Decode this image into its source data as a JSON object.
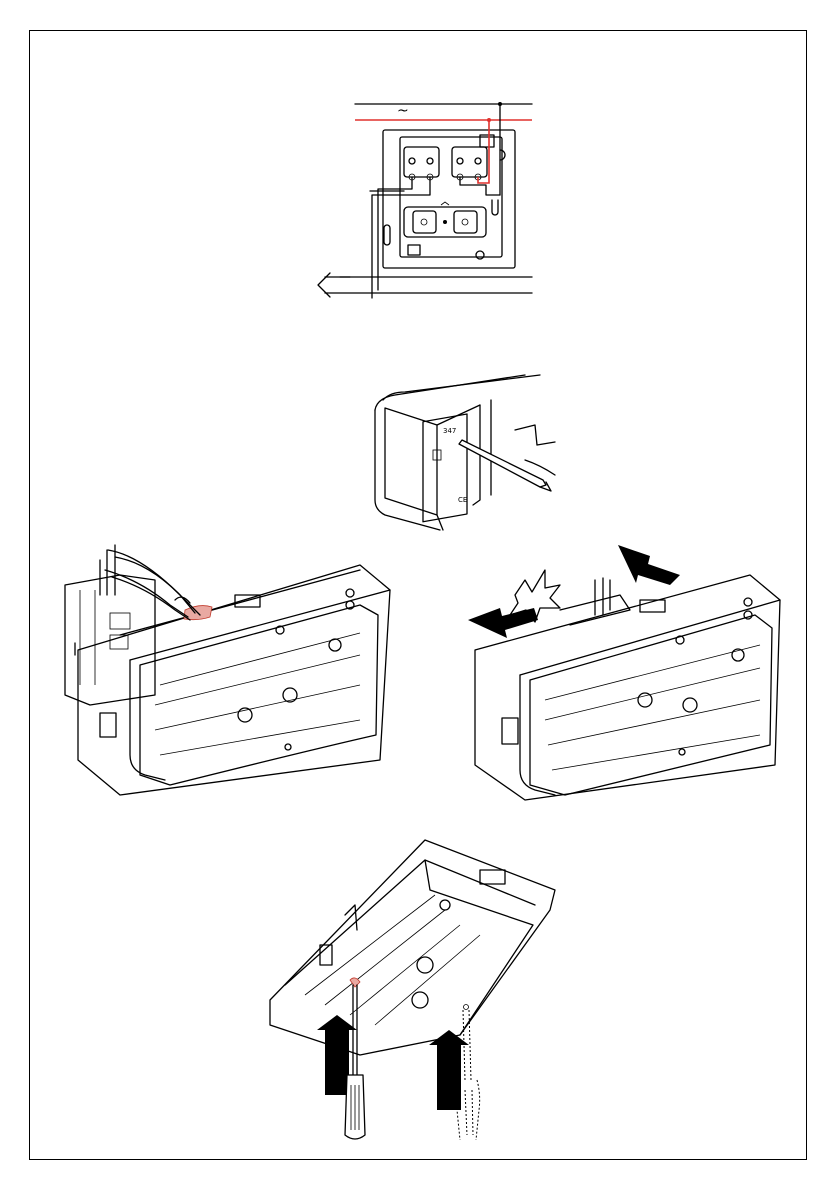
{
  "diagram": {
    "wiring_symbol": "~",
    "product_label": "CE",
    "label_code": "347"
  },
  "figures": [
    {
      "name": "wiring-diagram"
    },
    {
      "name": "marking-mounting-holes"
    },
    {
      "name": "cutting-knockout-with-pliers"
    },
    {
      "name": "clipping-onto-wall-plate"
    },
    {
      "name": "releasing-diffuser-with-screwdriver"
    }
  ],
  "colors": {
    "line": "#000000",
    "live_wire": "#e0312d",
    "highlight": "#e9a9a2"
  }
}
